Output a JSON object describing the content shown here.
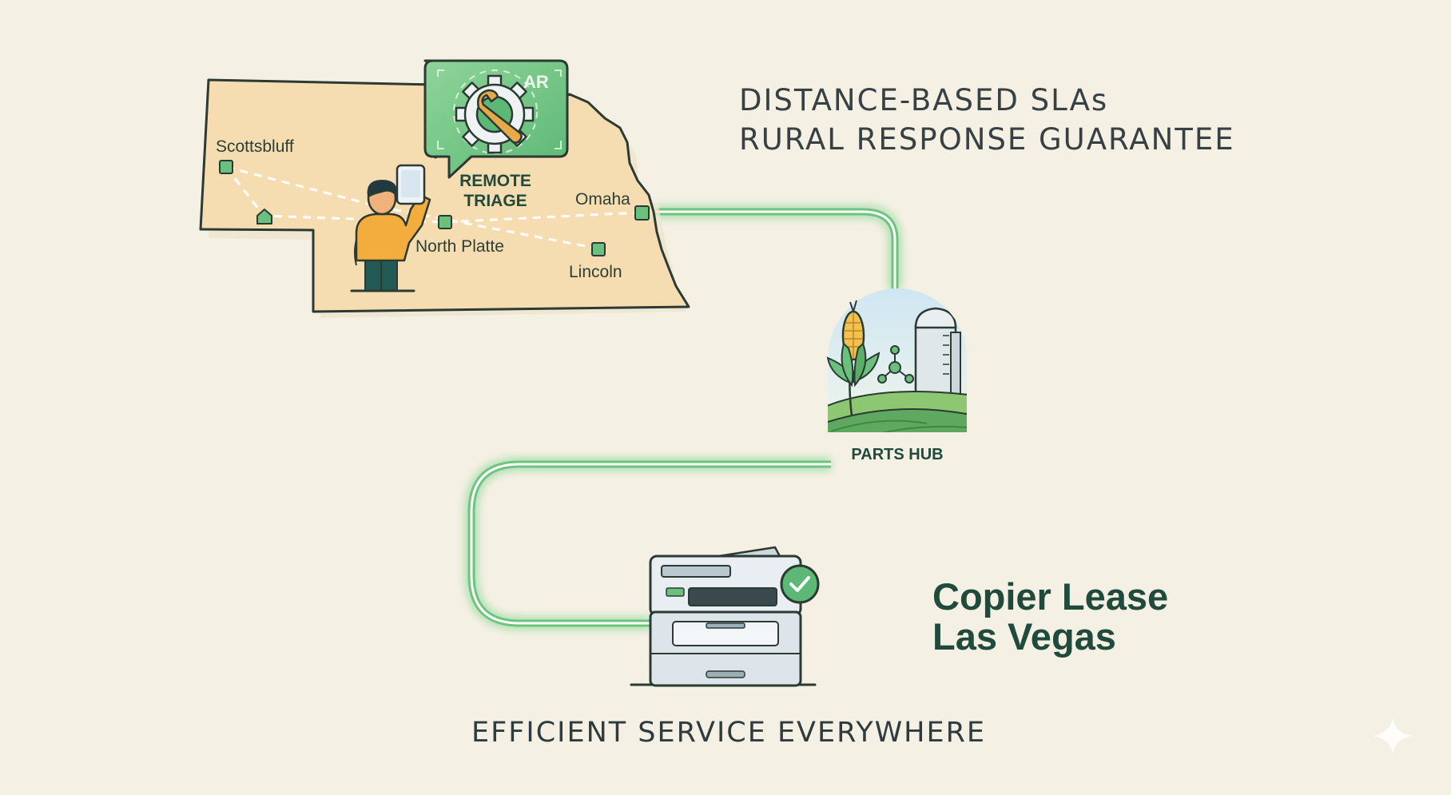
{
  "headline": {
    "line1": "DISTANCE-BASED SLAs",
    "line2": "RURAL RESPONSE GUARANTEE"
  },
  "map": {
    "cities": {
      "scottsbluff": "Scottsbluff",
      "north_platte": "North Platte",
      "omaha": "Omaha",
      "lincoln": "Lincoln"
    },
    "callout": {
      "badge": "AR",
      "line1": "REMOTE",
      "line2": "TRIAGE"
    }
  },
  "hub": {
    "label": "PARTS HUB"
  },
  "brand": {
    "line1": "Copier Lease",
    "line2": "Las Vegas"
  },
  "tagline": "EFFICIENT SERVICE EVERYWHERE",
  "colors": {
    "background": "#f5f0e4",
    "map_fill": "#f5dcb1",
    "accent_green": "#5cb874",
    "dark_green": "#1f4a3c",
    "outline": "#2b3a33"
  },
  "icons": [
    "gear-wrench-icon",
    "tablet-icon",
    "corn-icon",
    "silo-icon",
    "copier-icon",
    "checkmark-icon",
    "sparkle-icon"
  ]
}
